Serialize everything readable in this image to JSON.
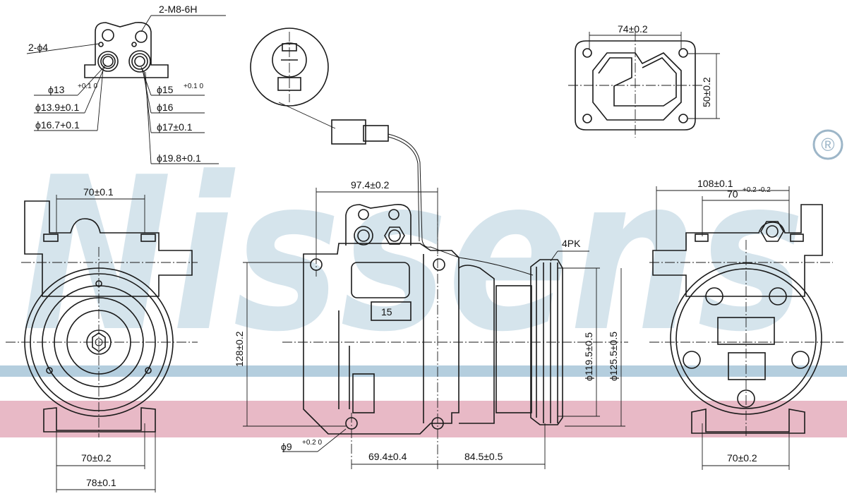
{
  "brand": {
    "watermark": "Nissens",
    "registered_mark": "®",
    "watermark_color": "#b4cede",
    "band_blue": "#b4cede",
    "band_pink": "#e8b9c6"
  },
  "top_flange": {
    "thread_label": "2-M8-6H",
    "pin_label": "2-ϕ4",
    "left_port": [
      "ϕ13",
      "ϕ13.9±0.1",
      "ϕ16.7+0.1"
    ],
    "left_port_tol": "+0.1 0",
    "right_port": [
      "ϕ15",
      "ϕ16",
      "ϕ17±0.1",
      "ϕ19.8+0.1"
    ],
    "right_port_tol": "+0.1 0"
  },
  "plug_view": {
    "width_label": "74±0.2",
    "height_label": "50±0.2"
  },
  "front_view": {
    "top_width": "70±0.1",
    "bottom_width": "70±0.2",
    "overall_width": "78±0.1"
  },
  "side_view": {
    "top_length": "97.4±0.2",
    "height": "128±0.2",
    "mount_hole": "ϕ9",
    "mount_hole_tol": "+0.2 0",
    "cast_number": "15",
    "belt": "4PK",
    "pulley_dia_1": "ϕ119.5±0.5",
    "pulley_dia_2": "ϕ125.5±0.5",
    "lower_length_1": "69.4±0.4",
    "lower_length_2": "84.5±0.5"
  },
  "rear_view": {
    "top_width": "108±0.1",
    "mid_width": "70",
    "mid_width_tol": "+0.2 -0.2",
    "bottom_width": "70±0.2"
  }
}
